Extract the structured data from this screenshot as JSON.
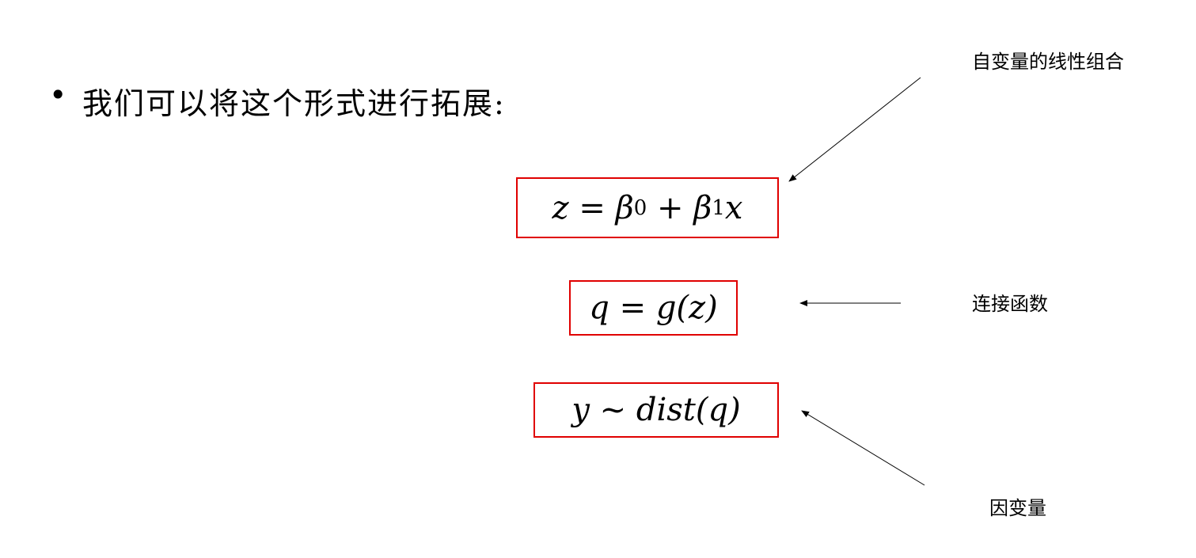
{
  "slide": {
    "bullet": "•",
    "title": "我们可以将这个形式进行拓展:",
    "formulas": {
      "linear": {
        "lhs": "z",
        "eq": "=",
        "b0": "β",
        "sub0": "0",
        "plus": "+",
        "b1": "β",
        "sub1": "1",
        "x": "x"
      },
      "link": "q = g(z)",
      "dist": "y ~ dist(q)"
    },
    "annotations": {
      "linear": "自变量的线性组合",
      "link": "连接函数",
      "response": "因变量"
    },
    "colors": {
      "box": "#e00000"
    }
  }
}
